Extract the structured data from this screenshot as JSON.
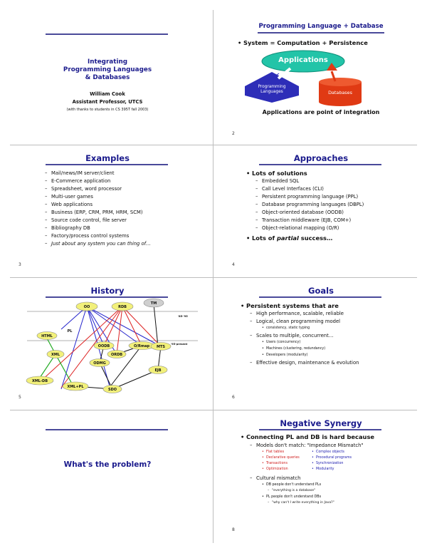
{
  "slide1": {
    "title_lines": [
      "Integrating",
      "Programming Languages",
      "& Databases"
    ],
    "author": "William Cook",
    "affiliation": "Assistant Professor, UTCS",
    "thanks": "(with thanks to students in CS 395T fall 2003)"
  },
  "slide2": {
    "title": "Programming Language + Database",
    "bullet": "System = Computation + Persistence",
    "applications": "Applications",
    "programming_languages": [
      "Programming",
      "Languages"
    ],
    "databases": "Databases",
    "caption": "Applications are point of integration",
    "number": "2",
    "colors": {
      "applications": "#22c4a8",
      "programming": "#2d2db8",
      "databases": "#e03a14"
    }
  },
  "slide3": {
    "title": "Examples",
    "items": [
      "Mail/news/IM server/client",
      "E-Commerce application",
      "Spreadsheet, word processor",
      "Multi-user games",
      "Web applications",
      "Business (ERP, CRM, PRM, HRM, SCM)",
      "Source code control, file server",
      "Bibliography DB",
      "Factory/process control systems",
      "Just about any system you can thing of…"
    ],
    "number": "3"
  },
  "slide4": {
    "title": "Approaches",
    "bullet1": "Lots of solutions",
    "items": [
      "Embedded SQL",
      "Call Level Interfaces (CLI)",
      "Persistent programming language (PPL)",
      "Database programming languages (DBPL)",
      "Object-oriented database (OODB)",
      "Transaction middleware (EJB, COM+)",
      "Object-relational mapping (O/R)"
    ],
    "bullet2_pre": "Lots of ",
    "bullet2_em": "partial",
    "bullet2_post": " success…",
    "number": "4"
  },
  "slide5": {
    "title": "History",
    "nodes": {
      "oo": "OO",
      "rdb": "RDB",
      "tm": "TM",
      "pl": "PL",
      "html": "HTML",
      "xml": "XML",
      "oodb": "OODB",
      "ordb": "ORDB",
      "odmg": "ODMG",
      "ormap": "O/Rmap",
      "mts": "MTS",
      "ejb": "EJB",
      "xmldb": "XML-DB",
      "xmlpl": "XML+PL",
      "sdo": "SDO"
    },
    "year1": "'85-'95",
    "year2": "'95-present",
    "number": "5"
  },
  "slide6": {
    "title": "Goals",
    "bullet": "Persistent systems that are",
    "l1": "High performance, scalable, reliable",
    "l2": "Logical, clean programming model",
    "l2a": "consistency, static typing",
    "l3": "Scales to multiple, concurrent…",
    "l3a": "Users (concurrency)",
    "l3b": "Machines (clustering, redundancy)",
    "l3c": "Developers (modularity)",
    "l4": "Effective design, maintenance & evolution",
    "number": "6"
  },
  "slide7": {
    "question": "What's the problem?"
  },
  "slide8": {
    "title": "Negative Synergy",
    "bullet": "Connecting PL and DB is hard because",
    "l1": "Models don't match: \"Impedance Mismatch\"",
    "db_col": [
      "Flat tables",
      "Declarative queries",
      "Transactions",
      "Optimization"
    ],
    "pl_col": [
      "Complex objects",
      "Procedural programs",
      "Synchronization",
      "Modularity"
    ],
    "l2": "Cultural mismatch",
    "l2a": "DB people don't understand PLs",
    "l2a1": "\"everything is a database\"",
    "l2b": "PL people don't understand DBs",
    "l2b1": "\"why can't I write everything in Java?\"",
    "number": "8"
  }
}
